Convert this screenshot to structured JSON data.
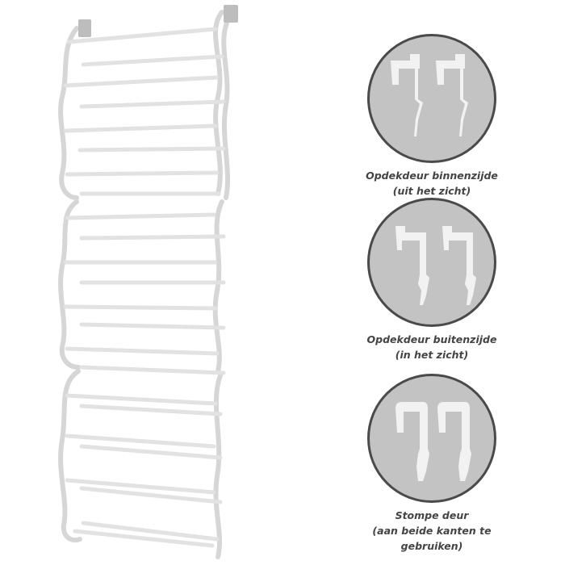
{
  "product": {
    "name": "over-door-shoe-rack",
    "color": "#f3f3f3",
    "tiers": 3,
    "rails_per_tier": 8
  },
  "options": [
    {
      "title": "Opdekdeur binnenzijde",
      "subtitle": "(uit het zicht)",
      "hook_icon": "inner-door-hook-icon"
    },
    {
      "title": "Opdekdeur buitenzijde",
      "subtitle": "(in het zicht)",
      "hook_icon": "outer-door-hook-icon"
    },
    {
      "title": "Stompe deur",
      "subtitle": "(aan beide kanten te gebruiken)",
      "hook_icon": "flush-door-hook-icon"
    }
  ],
  "colors": {
    "circle_fill": "#c3c3c3",
    "circle_border": "#4a4a4a",
    "caption_text": "#444444"
  }
}
